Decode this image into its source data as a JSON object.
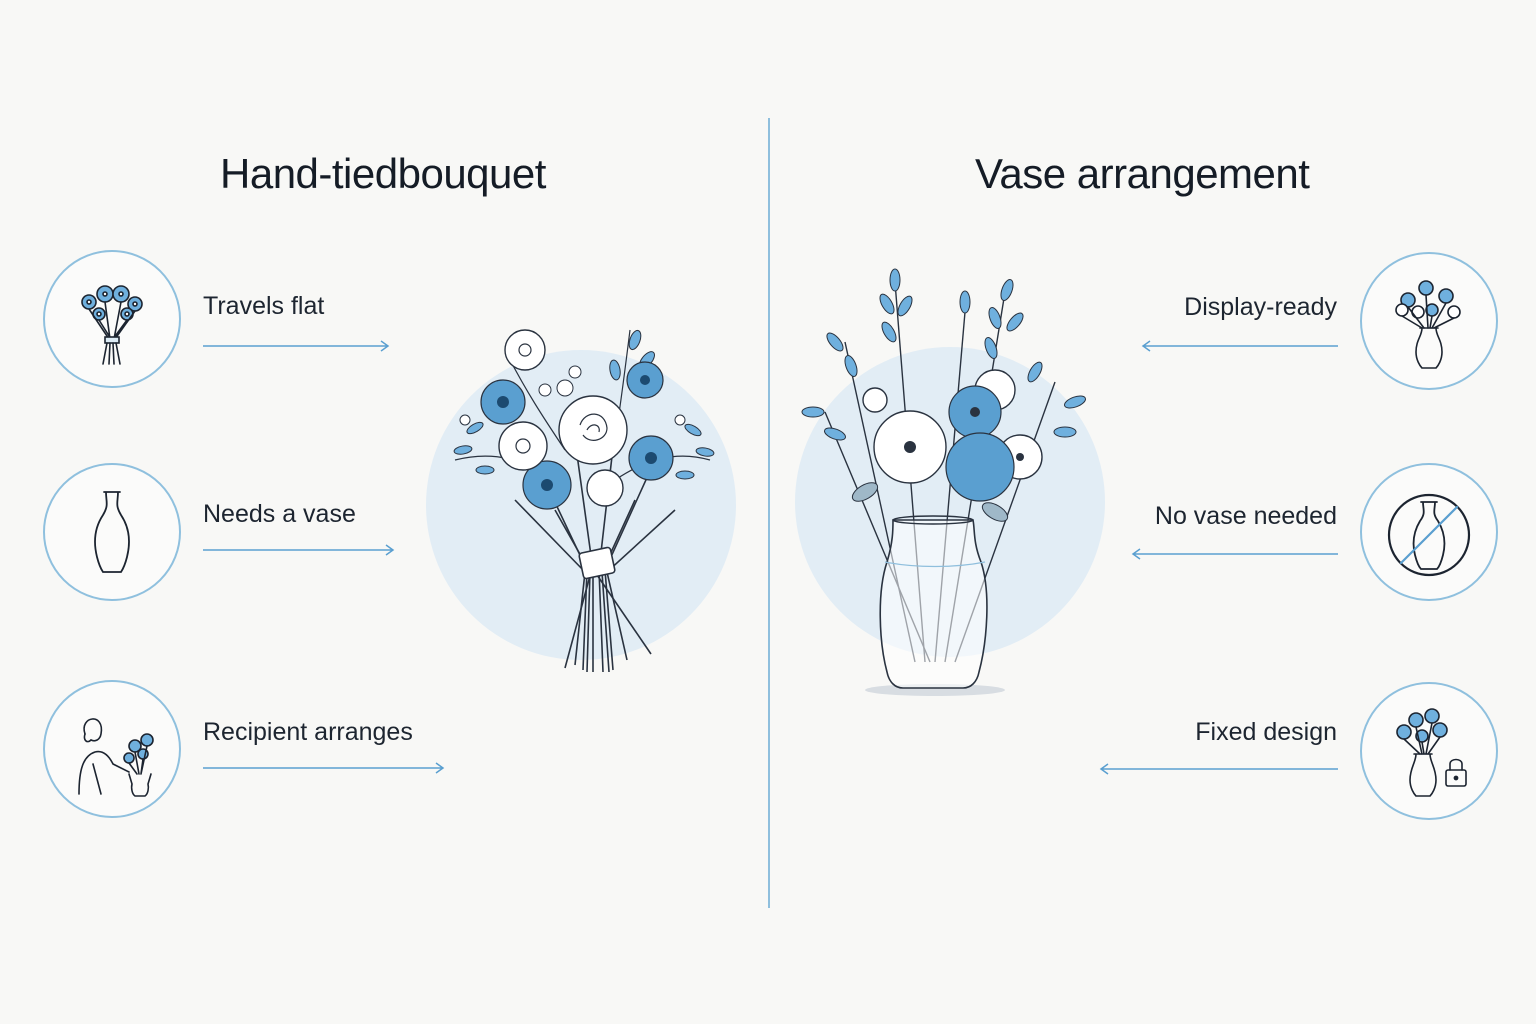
{
  "left": {
    "title": "Hand-tiedbouquet",
    "features": [
      {
        "label": "Travels flat",
        "icon": "tied-bouquet-icon"
      },
      {
        "label": "Needs a vase",
        "icon": "empty-vase-icon"
      },
      {
        "label": "Recipient arranges",
        "icon": "person-arranging-flowers-icon"
      }
    ]
  },
  "right": {
    "title": "Vase arrangement",
    "features": [
      {
        "label": "Display-ready",
        "icon": "flowers-in-vase-icon"
      },
      {
        "label": "No vase needed",
        "icon": "no-vase-icon"
      },
      {
        "label": "Fixed design",
        "icon": "locked-vase-icon"
      }
    ]
  },
  "colors": {
    "accent": "#5a9fd0",
    "accent_light": "#dcebf5",
    "line": "#8fc0de",
    "ink": "#1c2430"
  }
}
